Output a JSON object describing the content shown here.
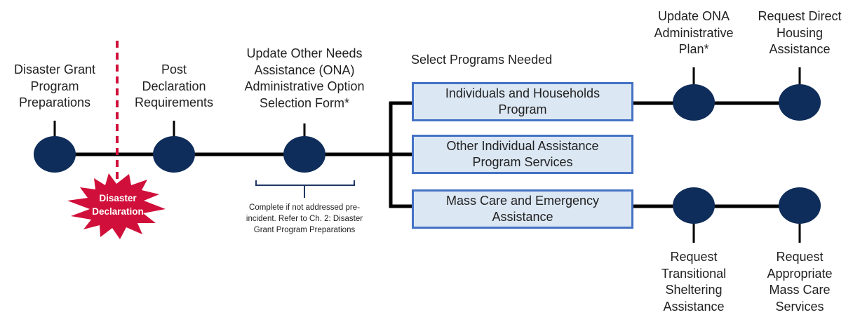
{
  "colors": {
    "node": "#0f2d5a",
    "line": "#000000",
    "box_fill": "#dbe7f3",
    "box_border": "#4472c4",
    "declaration": "#d0103a"
  },
  "milestones": {
    "grant_prep": "Disaster Grant\nProgram\nPreparations",
    "post_declaration": "Post\nDeclaration\nRequirements",
    "ona_option": "Update Other Needs\nAssistance (ONA)\nAdministrative Option\nSelection Form*",
    "ona_option_note": "Complete if not addressed pre-\nincident. Refer to Ch. 2: Disaster\nGrant Program Preparations"
  },
  "declaration": {
    "label": "Disaster\nDeclaration"
  },
  "programs": {
    "heading": "Select Programs Needed",
    "ihp": "Individuals and Households\nProgram",
    "other_ia": "Other Individual Assistance\nProgram Services",
    "mass_care": "Mass Care and Emergency\nAssistance"
  },
  "ihp_steps": {
    "ona_plan": "Update ONA\nAdministrative\nPlan*",
    "direct_housing": "Request Direct\nHousing\nAssistance"
  },
  "mass_care_steps": {
    "transitional": "Request\nTransitional\nSheltering\nAssistance",
    "mass_care_services": "Request\nAppropriate\nMass Care\nServices"
  }
}
